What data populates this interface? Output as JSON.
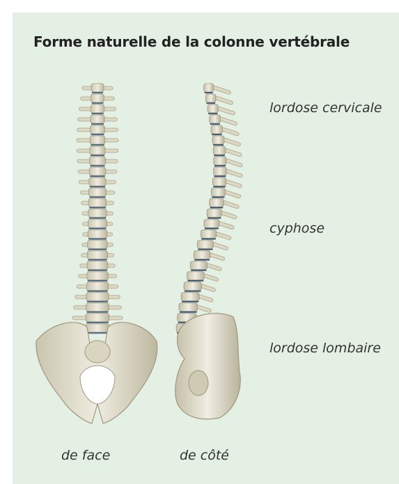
{
  "title": "Forme naturelle de la colonne vertébrale",
  "labels": {
    "lordose_cervicale": "lordose cervicale",
    "cyphose": "cyphose",
    "lordose_lombaire": "lordose lombaire",
    "de_face": "de face",
    "de_cote": "de côté"
  },
  "colors": {
    "panel_background": "#e5f0e4",
    "bone": "#e4e1ce",
    "bone_shadow": "#a8a38d",
    "disc": "#5a6f83"
  }
}
